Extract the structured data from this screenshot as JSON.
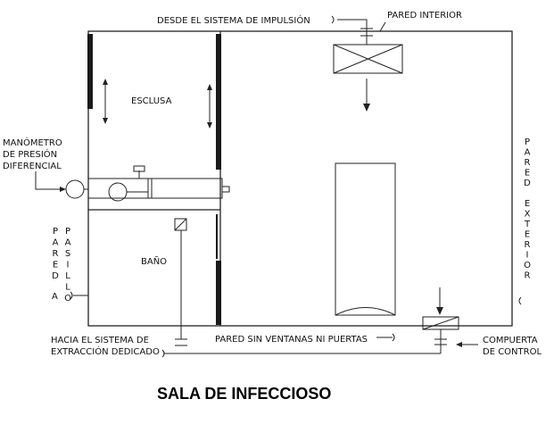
{
  "labels": {
    "desde": "DESDE EL SISTEMA DE IMPULSIÓN",
    "pared_interior": "PARED INTERIOR",
    "esclusa": "ESCLUSA",
    "manometro_1": "MANÓMETRO",
    "manometro_2": "DE PRESIÓN",
    "manometro_3": "DIFERENCIAL",
    "bano": "BAÑO",
    "hacia_1": "HACIA EL SISTEMA DE",
    "hacia_2": "EXTRACCIÓN DEDICADO",
    "pared_sin": "PARED SIN VENTANAS NI PUERTAS",
    "compuerta_1": "COMPUERTA",
    "compuerta_2": "DE CONTROL",
    "pared_exterior": [
      "P",
      "A",
      "R",
      "E",
      "D",
      "",
      "E",
      "X",
      "T",
      "E",
      "R",
      "I",
      "O",
      "R"
    ],
    "pared_col": [
      "P",
      "A",
      "R",
      "E",
      "D"
    ],
    "pasillo_col": [
      "P",
      "A",
      "S",
      "I",
      "L",
      "L",
      "O"
    ],
    "pasillo_a": "A"
  },
  "title": "SALA DE INFECCIOSO"
}
